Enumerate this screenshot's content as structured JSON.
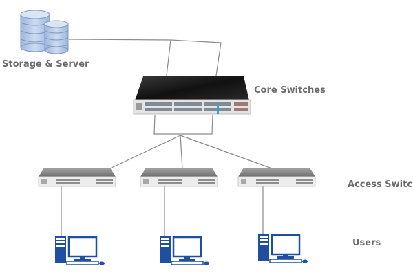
{
  "diagram": {
    "title": "Network topology",
    "colors": {
      "line": "#8a8a8a",
      "label": "#6b6b6b",
      "db_fill": "#b9cbe6",
      "db_stroke": "#7d98c4",
      "pc_blue": "#1f4fa0",
      "core_top": "#1a1a1a",
      "access_top": "#8c8c8c",
      "port_accent": "#2aa6d8"
    },
    "nodes": {
      "storage": {
        "label": "Storage & Server",
        "icon": "database-icon"
      },
      "core": {
        "label": "Core Switches",
        "icon": "core-switch-icon"
      },
      "access": {
        "label": "Access Switches",
        "count": 3,
        "icon": "access-switch-icon"
      },
      "users": {
        "label": "Users",
        "count": 3,
        "icon": "desktop-computer-icon"
      }
    }
  }
}
